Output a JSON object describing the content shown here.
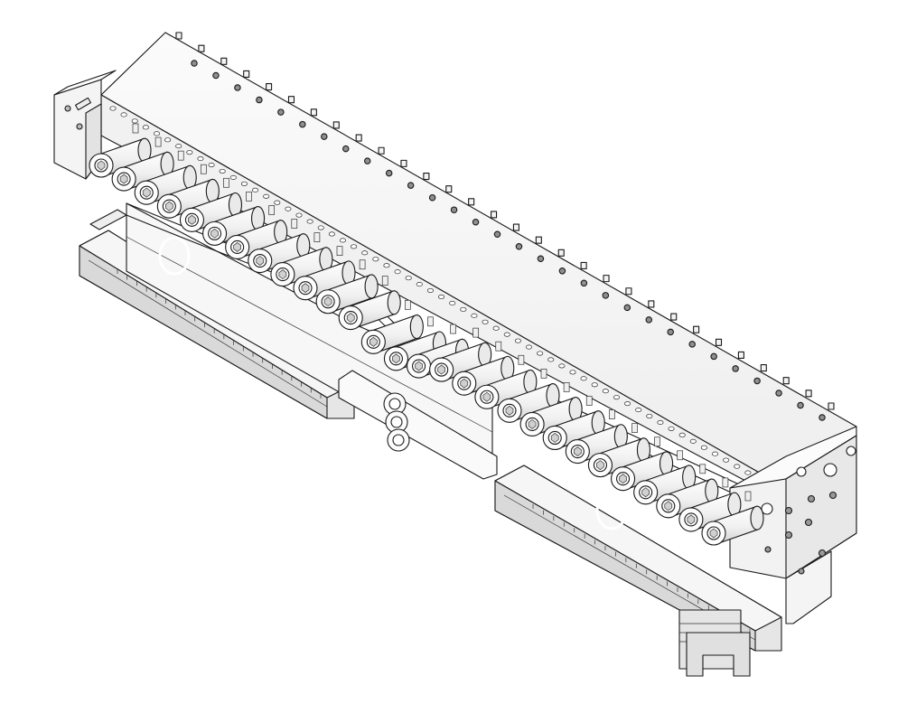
{
  "drawing": {
    "subject": "",
    "colors": {
      "background": "#ffffff",
      "stroke": "#1a1a1a",
      "face_light": "#f4f4f4",
      "face_mid": "#e2e2e2",
      "face_dark": "#c9c9c9",
      "hole": "#9a9a9a"
    },
    "counts": {
      "adjustment_bolts": 28,
      "top_edge_screws": 30,
      "rail_marks": 22
    }
  }
}
